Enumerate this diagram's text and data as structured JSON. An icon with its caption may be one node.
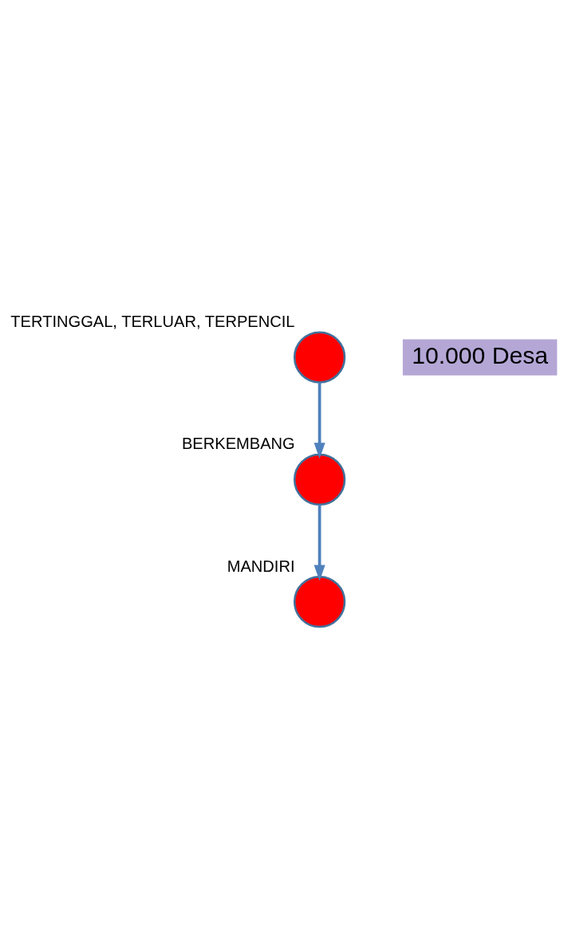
{
  "diagram": {
    "nodes": [
      {
        "text": [],
        "shape": "circle",
        "beside": [
          "TERTINGGAL, TERLUAR, TERPENCIL"
        ]
      },
      {
        "text": [],
        "shape": "circle",
        "beside": [
          "BERKEMBANG"
        ]
      },
      {
        "text": [],
        "shape": "circle",
        "beside": [
          "MANDIRI"
        ]
      }
    ],
    "edges": [
      {
        "from": 0,
        "to": 1,
        "arrow": "to"
      },
      {
        "from": 1,
        "to": 2,
        "arrow": "to"
      }
    ],
    "labels": [
      "10.000 Desa"
    ]
  }
}
